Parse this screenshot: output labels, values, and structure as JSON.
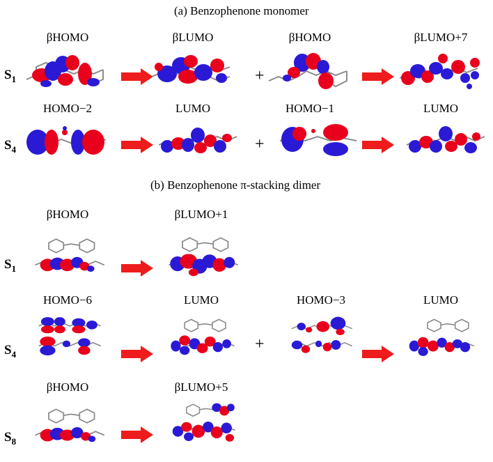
{
  "section_a": {
    "title": "(a) Benzophenone monomer"
  },
  "section_b": {
    "title": "(b) Benzophenone π-stacking dimer"
  },
  "states": {
    "a_s1": {
      "letter": "S",
      "sub": "1"
    },
    "a_s4": {
      "letter": "S",
      "sub": "4"
    },
    "b_s1": {
      "letter": "S",
      "sub": "1"
    },
    "b_s4": {
      "letter": "S",
      "sub": "4"
    },
    "b_s8": {
      "letter": "S",
      "sub": "8"
    }
  },
  "labels": {
    "a_r1": [
      "βHOMO",
      "βLUMO",
      "βHOMO",
      "βLUMO+7"
    ],
    "a_r2": [
      "HOMO−2",
      "LUMO",
      "HOMO−1",
      "LUMO"
    ],
    "b_r1": [
      "βHOMO",
      "βLUMO+1"
    ],
    "b_r2": [
      "HOMO−6",
      "LUMO",
      "HOMO−3",
      "LUMO"
    ],
    "b_r3": [
      "βHOMO",
      "βLUMO+5"
    ]
  },
  "plus_sign": "+",
  "colors": {
    "lobe_positive": "#e8001c",
    "lobe_negative": "#2a1ad6",
    "arrow": "#ee1c1c",
    "bond": "#8a8a8a"
  }
}
